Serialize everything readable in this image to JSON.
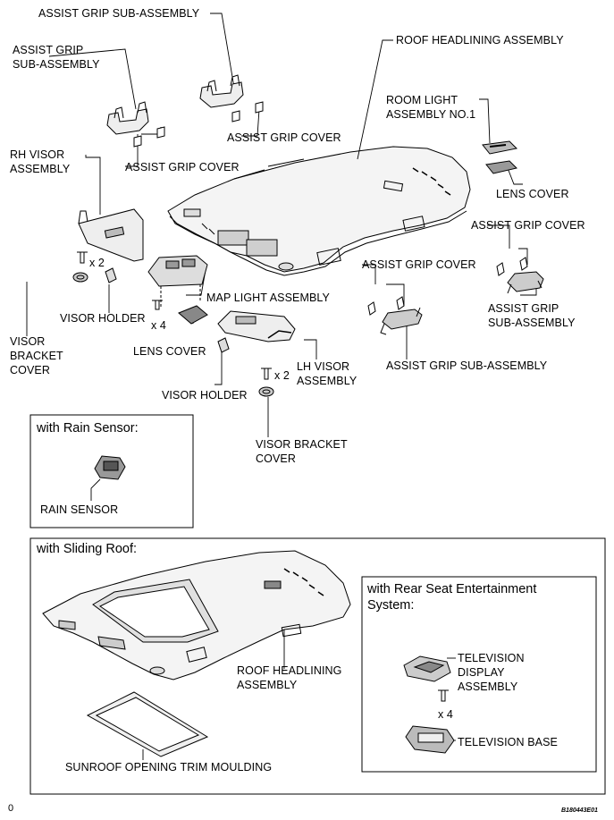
{
  "labels": {
    "assist_grip_sub_assembly_top": "ASSIST GRIP SUB-ASSEMBLY",
    "roof_headlining_assembly": "ROOF HEADLINING ASSEMBLY",
    "assist_grip_sub_assembly_left": "ASSIST GRIP\nSUB-ASSEMBLY",
    "room_light_assembly_no1": "ROOM LIGHT\nASSEMBLY NO.1",
    "assist_grip_cover_top": "ASSIST GRIP COVER",
    "rh_visor_assembly": "RH VISOR\nASSEMBLY",
    "assist_grip_cover_left": "ASSIST GRIP COVER",
    "lens_cover_right": "LENS COVER",
    "assist_grip_cover_right": "ASSIST GRIP COVER",
    "x2_left": "x 2",
    "assist_grip_cover_mid": "ASSIST GRIP COVER",
    "map_light_assembly": "MAP LIGHT ASSEMBLY",
    "assist_grip_sub_assembly_right": "ASSIST GRIP\nSUB-ASSEMBLY",
    "visor_holder_left": "VISOR HOLDER",
    "x4_map": "x 4",
    "visor_bracket_cover_left": "VISOR\nBRACKET\nCOVER",
    "lens_cover_mid": "LENS COVER",
    "assist_grip_sub_assembly_mid": "ASSIST GRIP SUB-ASSEMBLY",
    "x2_right": "x 2",
    "lh_visor_assembly": "LH VISOR\nASSEMBLY",
    "visor_holder_right": "VISOR HOLDER",
    "visor_bracket_cover_right": "VISOR BRACKET\nCOVER",
    "rain_sensor": "RAIN SENSOR",
    "roof_headlining_assembly_lower": "ROOF HEADLINING\nASSEMBLY",
    "television_display_assembly": "TELEVISION\nDISPLAY\nASSEMBLY",
    "x4_tv": "x 4",
    "television_base": "TELEVISION BASE",
    "sunroof_opening_trim_moulding": "SUNROOF OPENING TRIM MOULDING"
  },
  "boxes": {
    "rain_sensor_title": "with Rain Sensor:",
    "sliding_roof_title": "with Sliding Roof:",
    "rear_seat_title": "with Rear Seat Entertainment\nSystem:"
  },
  "footer": {
    "page": "0",
    "code": "B180443E01"
  }
}
